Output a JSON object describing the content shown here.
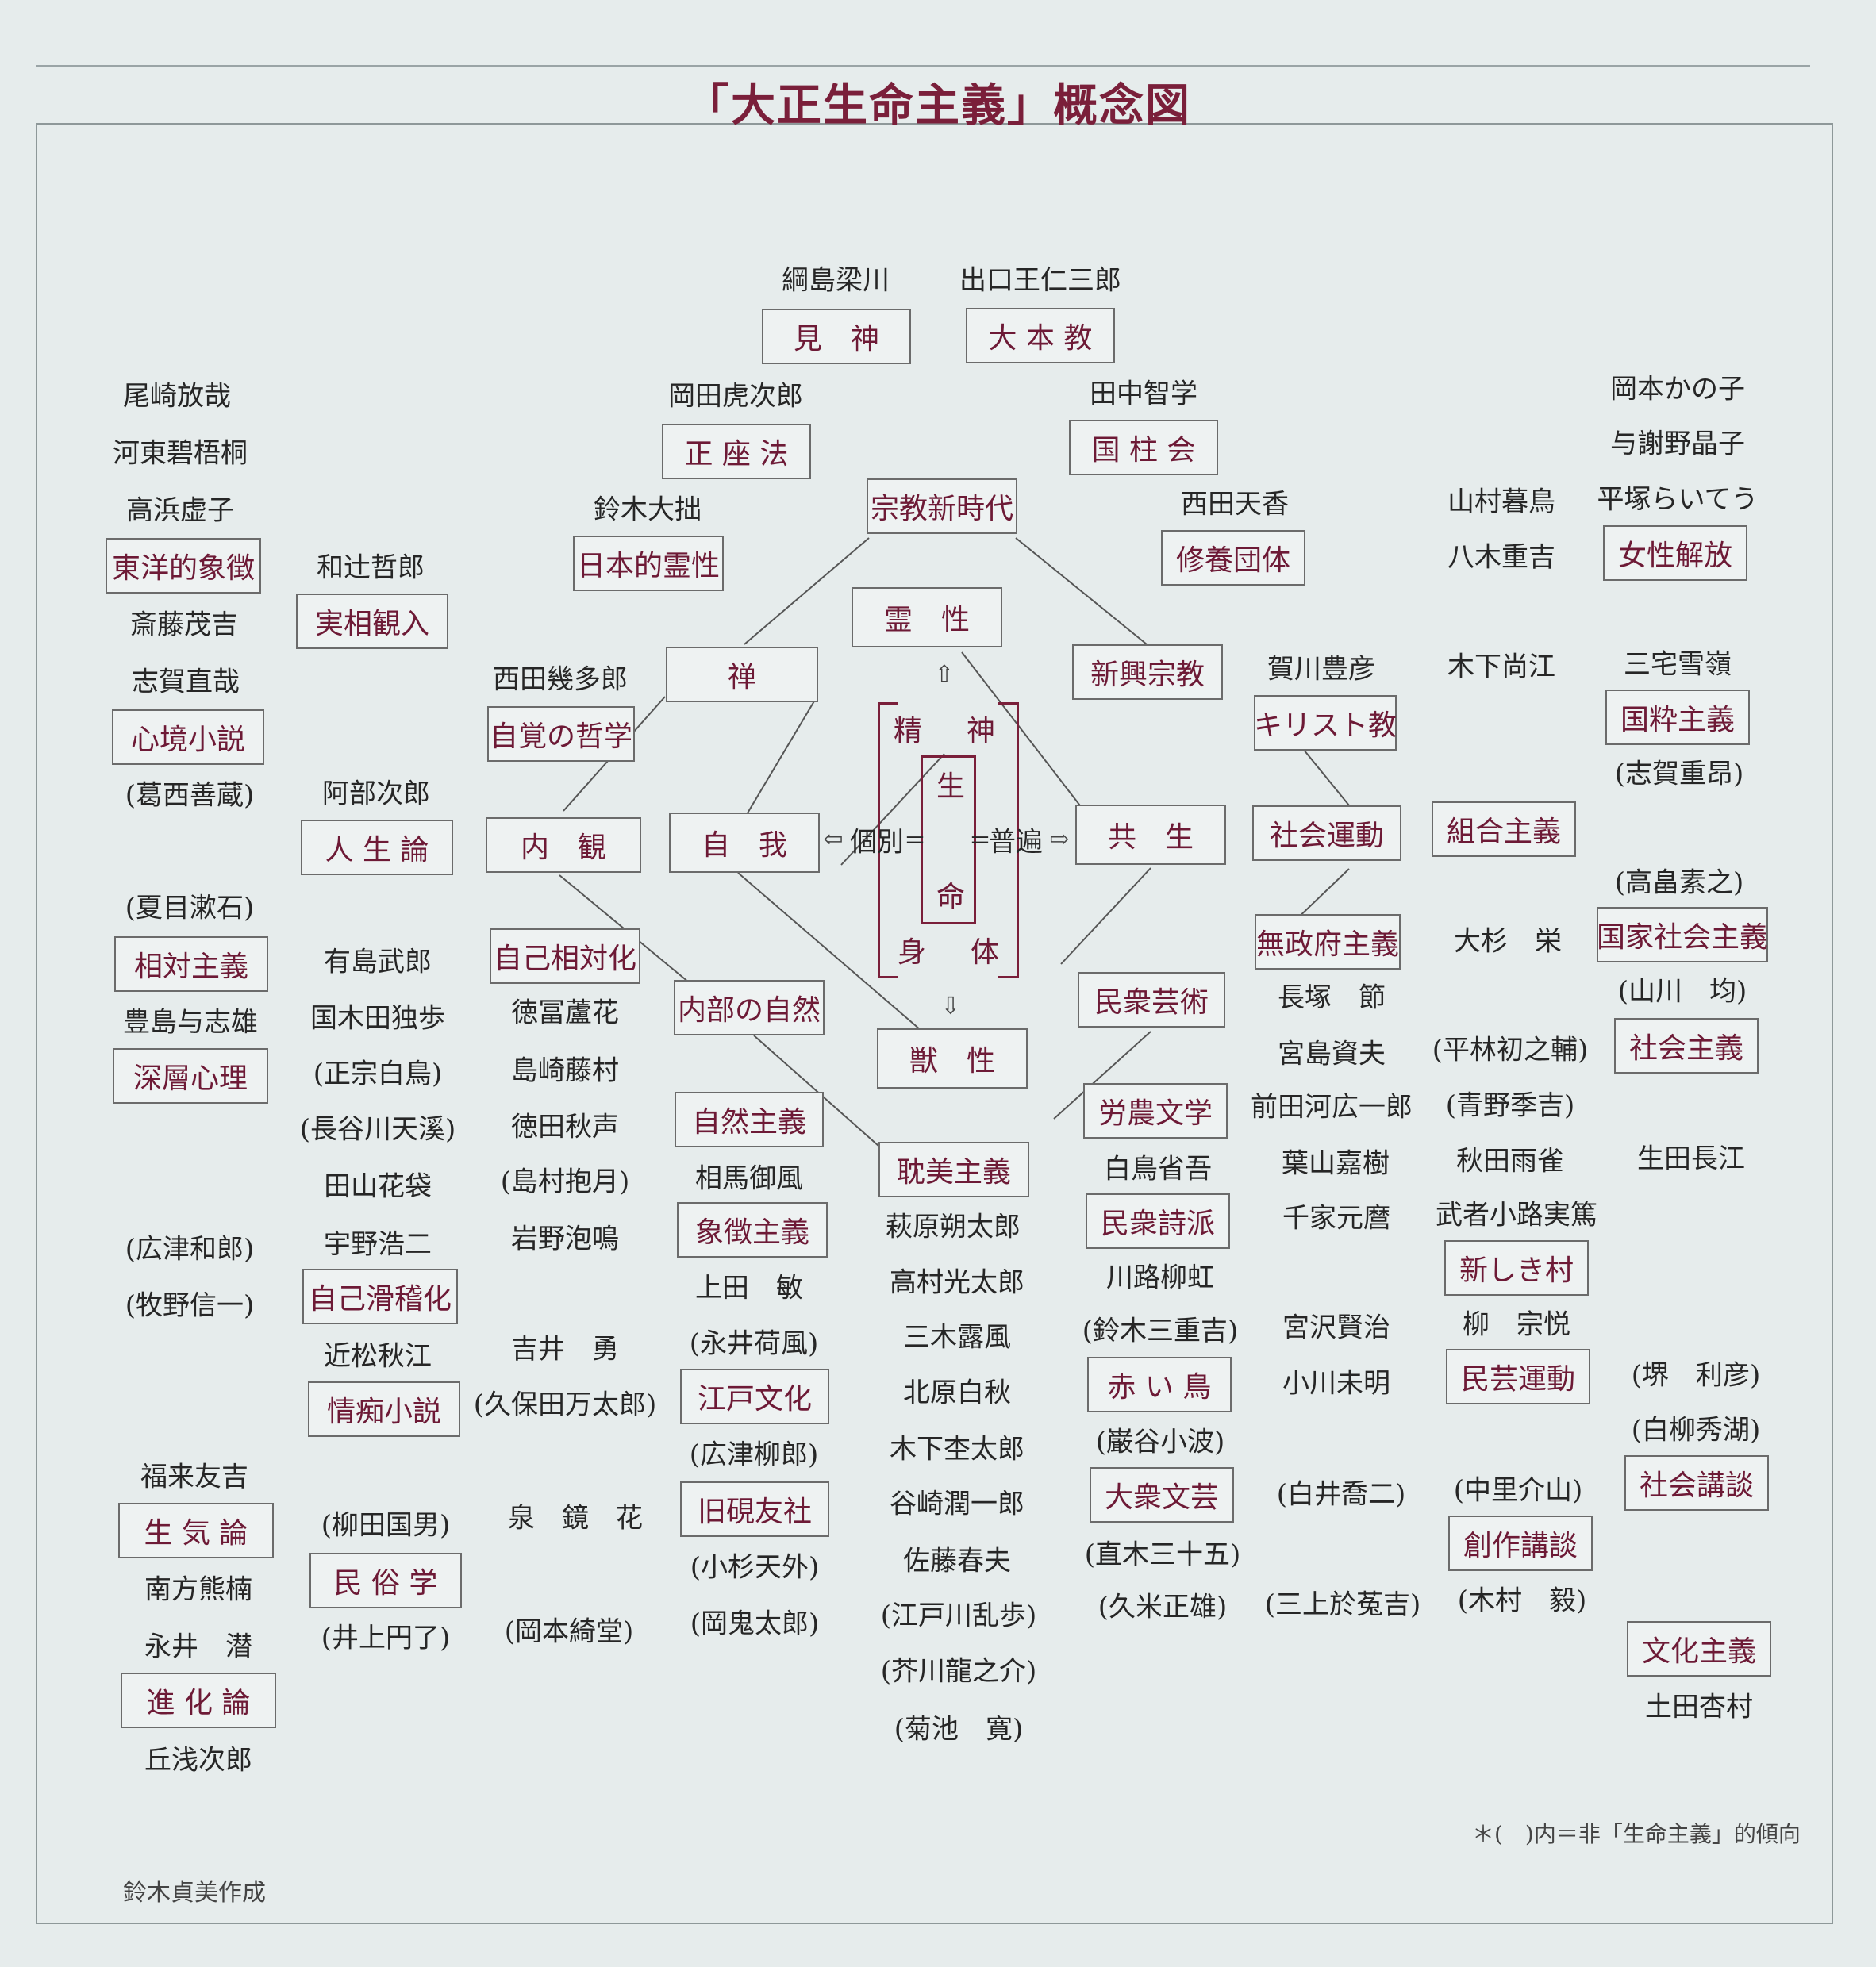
{
  "title": "「大正生命主義」概念図",
  "credit": "鈴木貞美作成",
  "note": "＊(　)内＝非「生命主義」的傾向",
  "center": {
    "top": "霊　性",
    "bottom": "獣　性",
    "left": "自　我",
    "right": "共　生",
    "seishin": "精　神",
    "shintai": "身　体",
    "sei": "生",
    "mei": "命",
    "kobetsu": "個別",
    "fuhen": "普遍",
    "arrow_up": "⇧",
    "arrow_down": "⇩",
    "arrow_left": "⇦",
    "arrow_right": "⇨"
  },
  "boxes": [
    {
      "id": "box-kenshin",
      "label": "見　神"
    },
    {
      "id": "box-omotokyo",
      "label": "大 本 教"
    },
    {
      "id": "box-seizaho",
      "label": "正 座 法"
    },
    {
      "id": "box-kokuchukai",
      "label": "国 柱 会"
    },
    {
      "id": "box-shukyo-shinjidai",
      "label": "宗教新時代"
    },
    {
      "id": "box-nihonteki-reisei",
      "label": "日本的霊性"
    },
    {
      "id": "box-shuyo-dantai",
      "label": "修養団体"
    },
    {
      "id": "box-josei-kaiho",
      "label": "女性解放"
    },
    {
      "id": "box-toyoteki-shocho",
      "label": "東洋的象徴"
    },
    {
      "id": "box-jisso-kannyu",
      "label": "実相観入"
    },
    {
      "id": "box-zen",
      "label": "禅"
    },
    {
      "id": "box-shinko-shukyo",
      "label": "新興宗教"
    },
    {
      "id": "box-kirisutokyo",
      "label": "キリスト教"
    },
    {
      "id": "box-kokusui-shugi",
      "label": "国粋主義"
    },
    {
      "id": "box-shinkyo-shosetsu",
      "label": "心境小説"
    },
    {
      "id": "box-jikaku-tetsugaku",
      "label": "自覚の哲学"
    },
    {
      "id": "box-jinseiron",
      "label": "人 生 論"
    },
    {
      "id": "box-naikan",
      "label": "内　観"
    },
    {
      "id": "box-shakai-undo",
      "label": "社会運動"
    },
    {
      "id": "box-kumiai-shugi",
      "label": "組合主義"
    },
    {
      "id": "box-sotai-shugi",
      "label": "相対主義"
    },
    {
      "id": "box-jiko-sotaika",
      "label": "自己相対化"
    },
    {
      "id": "box-naibu-shizen",
      "label": "内部の自然"
    },
    {
      "id": "box-minshu-geijutsu",
      "label": "民衆芸術"
    },
    {
      "id": "box-museifu-shugi",
      "label": "無政府主義"
    },
    {
      "id": "box-kokka-shakai-shugi",
      "label": "国家社会主義"
    },
    {
      "id": "box-shinso-shinri",
      "label": "深層心理"
    },
    {
      "id": "box-shakai-shugi",
      "label": "社会主義"
    },
    {
      "id": "box-shizen-shugi",
      "label": "自然主義"
    },
    {
      "id": "box-rono-bungaku",
      "label": "労農文学"
    },
    {
      "id": "box-tambi-shugi",
      "label": "耽美主義"
    },
    {
      "id": "box-shocho-shugi",
      "label": "象徴主義"
    },
    {
      "id": "box-minshu-shiha",
      "label": "民衆詩派"
    },
    {
      "id": "box-atarashiki-mura",
      "label": "新しき村"
    },
    {
      "id": "box-jiko-kokkeika",
      "label": "自己滑稽化"
    },
    {
      "id": "box-edo-bunka",
      "label": "江戸文化"
    },
    {
      "id": "box-akai-tori",
      "label": "赤 い 鳥"
    },
    {
      "id": "box-mingei-undo",
      "label": "民芸運動"
    },
    {
      "id": "box-jochi-shosetsu",
      "label": "情痴小説"
    },
    {
      "id": "box-shakai-kodan",
      "label": "社会講談"
    },
    {
      "id": "box-kenyusha",
      "label": "旧硯友社"
    },
    {
      "id": "box-taishu-bungei",
      "label": "大衆文芸"
    },
    {
      "id": "box-seikiron",
      "label": "生 気 論"
    },
    {
      "id": "box-minzokugaku",
      "label": "民 俗 学"
    },
    {
      "id": "box-sosaku-kodan",
      "label": "創作講談"
    },
    {
      "id": "box-bunka-shugi",
      "label": "文化主義"
    },
    {
      "id": "box-shinkaron",
      "label": "進 化 論"
    }
  ],
  "names": [
    "綱島梁川",
    "出口王仁三郎",
    "岡田虎次郎",
    "田中智学",
    "尾崎放哉",
    "岡本かの子",
    "河東碧梧桐",
    "与謝野晶子",
    "高浜虚子",
    "鈴木大拙",
    "西田天香",
    "山村暮鳥",
    "平塚らいてう",
    "和辻哲郎",
    "八木重吉",
    "斎藤茂吉",
    "志賀直哉",
    "西田幾多郎",
    "賀川豊彦",
    "木下尚江",
    "三宅雪嶺",
    "(葛西善蔵)",
    "阿部次郎",
    "(志賀重昂)",
    "(高畠素之)",
    "(夏目漱石)",
    "有島武郎",
    "大杉　栄",
    "豊島与志雄",
    "国木田独歩",
    "徳冨蘆花",
    "長塚　節",
    "(山川　均)",
    "(正宗白鳥)",
    "島崎藤村",
    "宮島資夫",
    "(平林初之輔)",
    "(長谷川天溪)",
    "徳田秋声",
    "前田河広一郎",
    "(青野季吉)",
    "田山花袋",
    "(島村抱月)",
    "相馬御風",
    "白鳥省吾",
    "葉山嘉樹",
    "秋田雨雀",
    "生田長江",
    "(広津和郎)",
    "宇野浩二",
    "岩野泡鳴",
    "萩原朔太郎",
    "千家元麿",
    "武者小路実篤",
    "(牧野信一)",
    "上田　敏",
    "高村光太郎",
    "川路柳虹",
    "近松秋江",
    "吉井　勇",
    "(永井荷風)",
    "三木露風",
    "(鈴木三重吉)",
    "宮沢賢治",
    "柳　宗悦",
    "(久保田万太郎)",
    "北原白秋",
    "小川未明",
    "(堺　利彦)",
    "(広津柳郎)",
    "木下杢太郎",
    "(巌谷小波)",
    "(白柳秀湖)",
    "福来友吉",
    "谷崎潤一郎",
    "(白井喬二)",
    "(中里介山)",
    "(柳田国男)",
    "泉　鏡　花",
    "(小杉天外)",
    "佐藤春夫",
    "(直木三十五)",
    "南方熊楠",
    "(江戸川乱歩)",
    "(井上円了)",
    "(岡本綺堂)",
    "(岡鬼太郎)",
    "(久米正雄)",
    "(三上於菟吉)",
    "(木村　毅)",
    "永井　潜",
    "(芥川龍之介)",
    "土田杏村",
    "(菊池　寛)",
    "丘浅次郎"
  ]
}
